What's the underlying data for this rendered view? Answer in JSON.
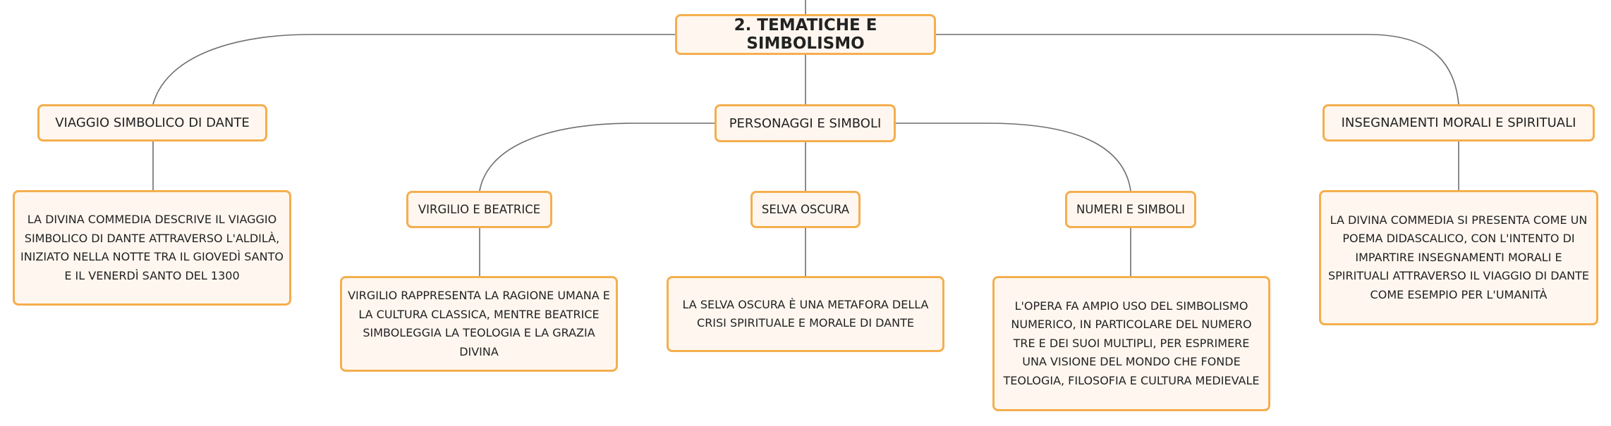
{
  "colors": {
    "node_fill": "#fff7ef",
    "node_border": "#f5ae4e",
    "connector": "#6e6e6e",
    "text": "#222222"
  },
  "root": {
    "label": "2. TEMATICHE E SIMBOLISMO"
  },
  "branches": [
    {
      "label": "VIAGGIO SIMBOLICO DI DANTE",
      "detail": "LA DIVINA COMMEDIA DESCRIVE IL VIAGGIO SIMBOLICO DI DANTE ATTRAVERSO L'ALDILÀ, INIZIATO NELLA NOTTE TRA IL GIOVEDÌ SANTO E IL VENERDÌ SANTO DEL 1300"
    },
    {
      "label": "PERSONAGGI E SIMBOLI",
      "children": [
        {
          "label": "VIRGILIO E BEATRICE",
          "detail": "VIRGILIO RAPPRESENTA LA RAGIONE UMANA E LA CULTURA CLASSICA, MENTRE BEATRICE SIMBOLEGGIA LA TEOLOGIA E LA GRAZIA DIVINA"
        },
        {
          "label": "SELVA OSCURA",
          "detail": "LA SELVA OSCURA È UNA METAFORA DELLA CRISI SPIRITUALE E MORALE DI DANTE"
        },
        {
          "label": "NUMERI E SIMBOLI",
          "detail": "L'OPERA FA AMPIO USO DEL SIMBOLISMO NUMERICO, IN PARTICOLARE DEL NUMERO TRE E DEI SUOI MULTIPLI, PER ESPRIMERE UNA VISIONE DEL MONDO CHE FONDE TEOLOGIA, FILOSOFIA E CULTURA MEDIEVALE"
        }
      ]
    },
    {
      "label": "INSEGNAMENTI MORALI E SPIRITUALI",
      "detail": "LA DIVINA COMMEDIA SI PRESENTA COME UN POEMA DIDASCALICO, CON L'INTENTO DI IMPARTIRE INSEGNAMENTI MORALI E SPIRITUALI ATTRAVERSO IL VIAGGIO DI DANTE COME ESEMPIO PER L'UMANITÀ"
    }
  ]
}
